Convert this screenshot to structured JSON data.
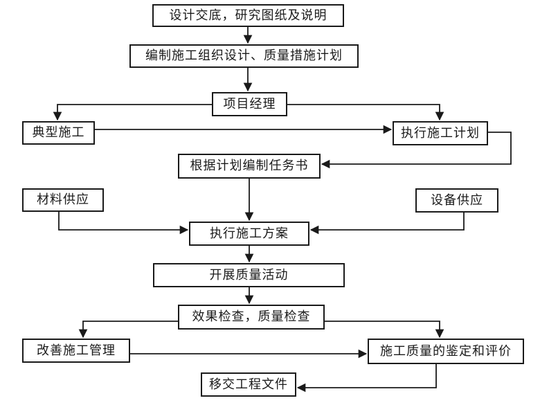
{
  "nodes": {
    "design_briefing": {
      "label": "设计交底，研究图纸及说明"
    },
    "compile_plan": {
      "label": "编制施工组织设计、质量措施计划"
    },
    "project_manager": {
      "label": "项目经理"
    },
    "typical_construction": {
      "label": "典型施工"
    },
    "execute_plan": {
      "label": "执行施工计划"
    },
    "task_book": {
      "label": "根据计划编制任务书"
    },
    "material_supply": {
      "label": "材料供应"
    },
    "equipment_supply": {
      "label": "设备供应"
    },
    "execute_scheme": {
      "label": "执行施工方案"
    },
    "quality_activity": {
      "label": "开展质量活动"
    },
    "effect_check": {
      "label": "效果检查，质量检查"
    },
    "improve_management": {
      "label": "改善施工管理"
    },
    "quality_appraisal": {
      "label": "施工质量的鉴定和评价"
    },
    "handover_documents": {
      "label": "移交工程文件"
    }
  },
  "edges": [
    {
      "from": "design_briefing",
      "to": "compile_plan"
    },
    {
      "from": "compile_plan",
      "to": "project_manager"
    },
    {
      "from": "project_manager",
      "to": "typical_construction"
    },
    {
      "from": "project_manager",
      "to": "execute_plan"
    },
    {
      "from": "typical_construction",
      "to": "execute_plan"
    },
    {
      "from": "execute_plan",
      "to": "task_book"
    },
    {
      "from": "task_book",
      "to": "execute_scheme"
    },
    {
      "from": "material_supply",
      "to": "execute_scheme"
    },
    {
      "from": "equipment_supply",
      "to": "execute_scheme"
    },
    {
      "from": "execute_scheme",
      "to": "quality_activity"
    },
    {
      "from": "quality_activity",
      "to": "effect_check"
    },
    {
      "from": "effect_check",
      "to": "improve_management"
    },
    {
      "from": "effect_check",
      "to": "quality_appraisal"
    },
    {
      "from": "improve_management",
      "to": "quality_appraisal"
    },
    {
      "from": "quality_appraisal",
      "to": "handover_documents"
    }
  ],
  "colors": {
    "background": "#ffffff",
    "line": "#1a1a1a",
    "box_border": "#1a1a1a",
    "text": "#1a1a1a"
  }
}
